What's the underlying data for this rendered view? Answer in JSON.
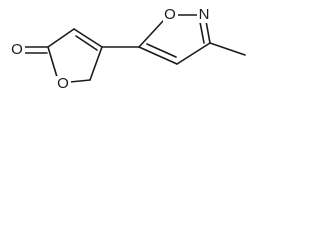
{
  "molecule": {
    "atoms": {
      "carbonyl_oxygen": "O",
      "ring_oxygen": "O",
      "isoxazole_oxygen": "O",
      "isoxazole_nitrogen": "N"
    },
    "colors": {
      "line": "#1a1a1a",
      "background": "#ffffff"
    }
  }
}
